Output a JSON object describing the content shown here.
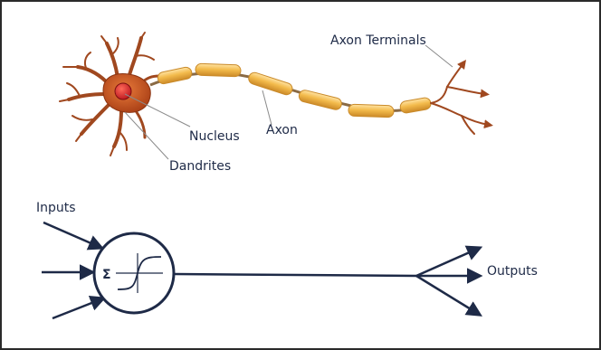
{
  "colors": {
    "dendrite": "#a0481f",
    "soma": "#c0501c",
    "nucleus": "#d8322a",
    "myelin": "#f0b84a",
    "myelin_edge": "#c98a2a",
    "axon_core": "#7a5a3c",
    "ink": "#1e2a47",
    "leader": "#8a8a8a",
    "frame": "#2a2a2a"
  },
  "biological_neuron": {
    "labels": {
      "axon_terminals": "Axon Terminals",
      "nucleus": "Nucleus",
      "axon": "Axon",
      "dendrites": "Dandrites"
    }
  },
  "artificial_neuron": {
    "inputs_label": "Inputs",
    "outputs_label": "Outputs",
    "sum_symbol": "Σ",
    "activation_icon": "sigmoid-activation-icon"
  }
}
